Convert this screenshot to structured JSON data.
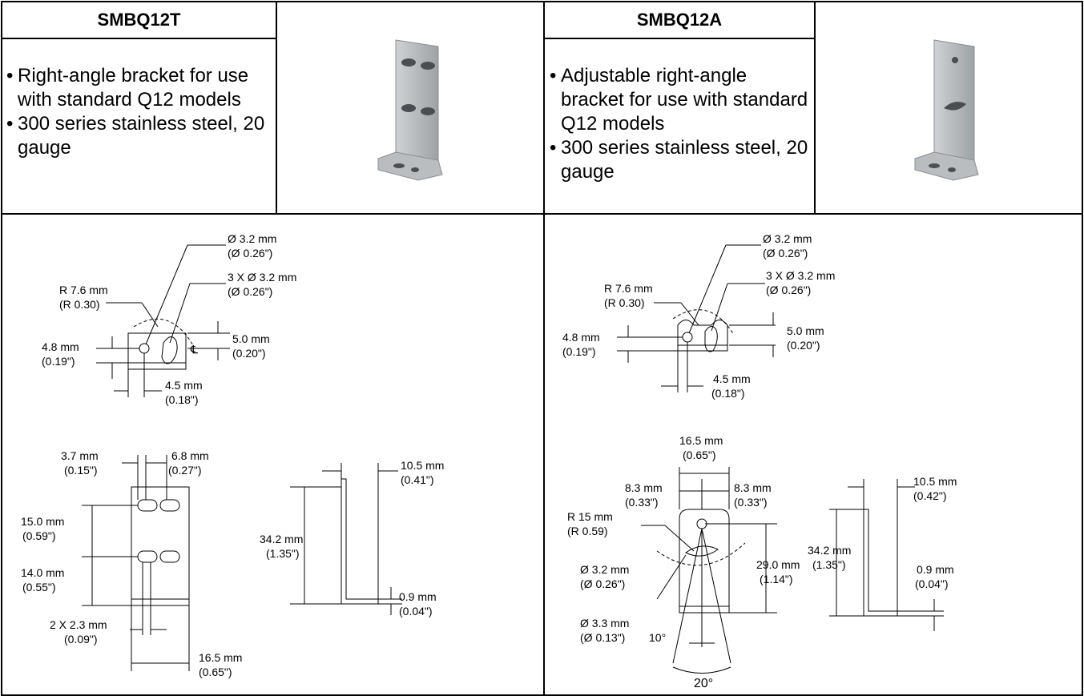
{
  "products": [
    {
      "model": "SMBQ12T",
      "features": [
        "Right-angle bracket for use with standard Q12 models",
        "300 series stainless steel, 20 gauge"
      ],
      "dimensions": {
        "hole_dia": [
          "Ø 3.2 mm",
          "(Ø 0.26\")"
        ],
        "slot_dia": [
          "3 X Ø 3.2 mm",
          "(Ø 0.26\")"
        ],
        "radius": [
          "R 7.6 mm",
          "(R 0.30)"
        ],
        "left_offset": [
          "4.8 mm",
          "(0.19\")"
        ],
        "top_offset": [
          "5.0 mm",
          "(0.20\")"
        ],
        "horiz_offset": [
          "4.5 mm",
          "(0.18\")"
        ],
        "centerline": "℄",
        "slot_spacing_a": [
          "3.7 mm",
          "(0.15\")"
        ],
        "slot_spacing_b": [
          "6.8 mm",
          "(0.27\")"
        ],
        "vert_a": [
          "15.0 mm",
          "(0.59\")"
        ],
        "vert_b": [
          "14.0 mm",
          "(0.55\")"
        ],
        "slot_width": [
          "2 X 2.3 mm",
          "(0.09\")"
        ],
        "width": [
          "16.5 mm",
          "(0.65\")"
        ],
        "height": [
          "34.2 mm",
          "(1.35\")"
        ],
        "depth": [
          "10.5 mm",
          "(0.41\")"
        ],
        "thickness": [
          "0.9 mm",
          "(0.04\")"
        ]
      }
    },
    {
      "model": "SMBQ12A",
      "features": [
        "Adjustable right-angle bracket for use with standard Q12 models",
        "300 series stainless steel, 20 gauge"
      ],
      "dimensions": {
        "hole_dia": [
          "Ø 3.2 mm",
          "(Ø 0.26\")"
        ],
        "slot_dia": [
          "3 X Ø 3.2 mm",
          "(Ø 0.26\")"
        ],
        "radius": [
          "R 7.6 mm",
          "(R 0.30)"
        ],
        "left_offset": [
          "4.8 mm",
          "(0.19\")"
        ],
        "top_offset": [
          "5.0 mm",
          "(0.20\")"
        ],
        "horiz_offset": [
          "4.5 mm",
          "(0.18\")"
        ],
        "width": [
          "16.5 mm",
          "(0.65\")"
        ],
        "half_a": [
          "8.3 mm",
          "(0.33\")"
        ],
        "half_b": [
          "8.3 mm",
          "(0.33\")"
        ],
        "arc_radius": [
          "R 15 mm",
          "(R 0.59)"
        ],
        "slot_dia2": [
          "Ø 3.2 mm",
          "(Ø 0.26\")"
        ],
        "vert": [
          "29.0 mm",
          "(1.14\")"
        ],
        "small_hole": [
          "Ø 3.3 mm",
          "(Ø 0.13\")"
        ],
        "angle_small": "10°",
        "angle_big": "20°",
        "height": [
          "34.2 mm",
          "(1.35\")"
        ],
        "depth": [
          "10.5 mm",
          "(0.42\")"
        ],
        "thickness": [
          "0.9 mm",
          "(0.04\")"
        ]
      }
    }
  ]
}
